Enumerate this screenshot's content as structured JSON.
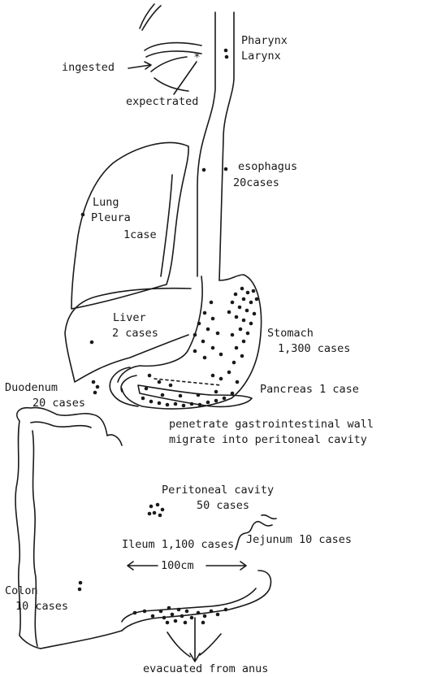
{
  "labels": {
    "pharynx": "Pharynx",
    "larynx": "Larynx",
    "ingested": "ingested",
    "expectrated": "expectrated",
    "esophagus": "esophagus",
    "esophagus_cases": "20cases",
    "lung": "Lung",
    "pleura": "Pleura",
    "lung_cases": "1case",
    "liver": "Liver",
    "liver_cases": "2 cases",
    "stomach": "Stomach",
    "stomach_cases": "1,300 cases",
    "duodenum": "Duodenum",
    "duodenum_cases": "20 cases",
    "pancreas": "Pancreas 1 case",
    "penetrate": "penetrate gastrointestinal wall",
    "migrate": "migrate into peritoneal cavity",
    "peritoneal": "Peritoneal cavity",
    "peritoneal_cases": "50 cases",
    "jejunum": "Jejunum 10 cases",
    "ileum": "Ileum 1,100 cases",
    "length": "100cm",
    "colon": "Colon",
    "colon_cases": "10 cases",
    "evacuated": "evacuated from anus"
  }
}
